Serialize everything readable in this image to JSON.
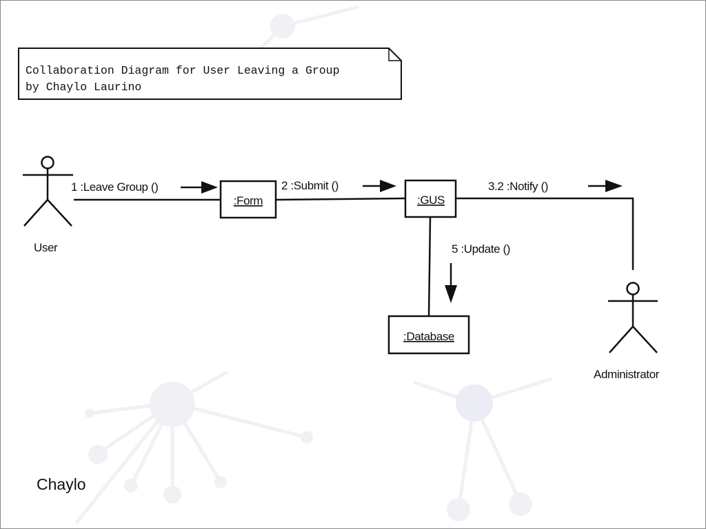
{
  "note": {
    "line1": "Collaboration Diagram for User Leaving a Group",
    "line2": "by Chaylo Laurino"
  },
  "actors": {
    "user": "User",
    "admin": "Administrator"
  },
  "objects": {
    "form": ":Form",
    "gus": ":GUS",
    "database": ":Database"
  },
  "messages": {
    "leave_group": "1 :Leave Group ()",
    "submit": "2 :Submit ()",
    "notify": "3.2 :Notify ()",
    "update": "5 :Update ()"
  },
  "footer": {
    "name": "Chaylo"
  },
  "colors": {
    "line": "#111111",
    "decor": "#eeeef3"
  }
}
